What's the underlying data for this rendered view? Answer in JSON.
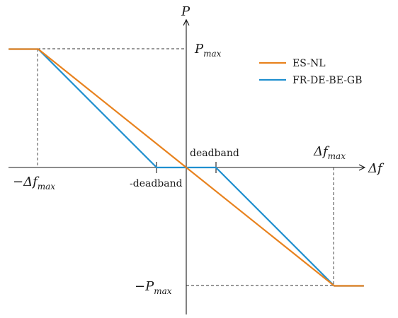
{
  "diagram": {
    "y_axis_label": "P",
    "x_axis_label": "Δf",
    "pmax_label": {
      "base": "P",
      "sub": "max"
    },
    "neg_pmax_label": {
      "base": "−P",
      "sub": "max"
    },
    "dfmax_label": {
      "base": "Δf",
      "sub": "max"
    },
    "neg_dfmax_label": {
      "base": "−Δf",
      "sub": "max"
    },
    "deadband_label": "deadband",
    "neg_deadband_label": "-deadband"
  },
  "colors": {
    "es_nl": "#e8821e",
    "fr_de_be_gb": "#1f8fcf",
    "axis": "#1a1a1a",
    "guide": "#333333"
  },
  "legend": [
    {
      "name": "ES-NL",
      "color": "#e8821e"
    },
    {
      "name": "FR-DE-BE-GB",
      "color": "#1f8fcf"
    }
  ],
  "chart_data": {
    "type": "line",
    "normalized": true,
    "deadband": 0.2,
    "xlim": [
      -1.2,
      1.2
    ],
    "ylim": [
      -1.05,
      1.05
    ],
    "series": [
      {
        "name": "ES-NL",
        "points": [
          [
            -1.2,
            1
          ],
          [
            -1,
            1
          ],
          [
            1,
            -1
          ],
          [
            1.2,
            -1
          ]
        ]
      },
      {
        "name": "FR-DE-BE-GB",
        "points": [
          [
            -1.2,
            1
          ],
          [
            -1,
            1
          ],
          [
            -0.2,
            0
          ],
          [
            0.2,
            0
          ],
          [
            1,
            -1
          ],
          [
            1.2,
            -1
          ]
        ]
      }
    ]
  }
}
